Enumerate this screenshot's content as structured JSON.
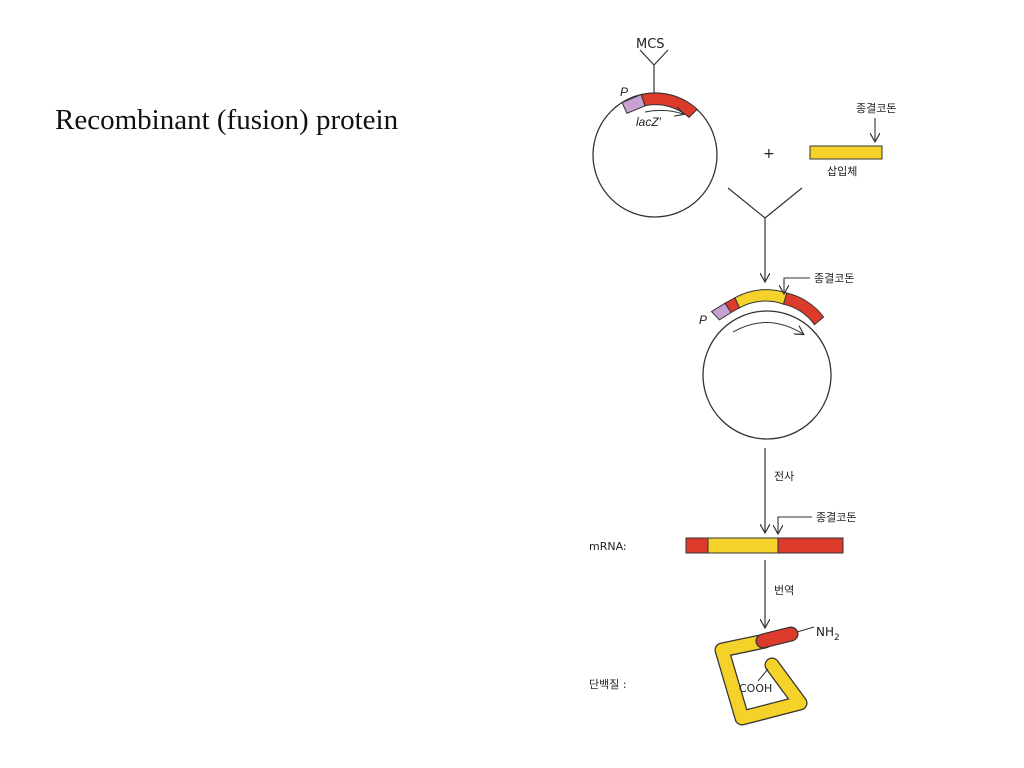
{
  "slide": {
    "title": "Recombinant (fusion) protein"
  },
  "diagram": {
    "colors": {
      "red": "#dc3a2b",
      "yellow": "#f4d22a",
      "purple": "#c9a2d4",
      "line": "#333333"
    },
    "vector": {
      "mcs_label": "MCS",
      "promoter_label": "P",
      "gene_label": "lacZ′"
    },
    "insert": {
      "plus_sign": "+",
      "stop_codon_label": "종결코돈",
      "insert_label": "삽입체"
    },
    "recombinant": {
      "stop_codon_label": "종결코돈",
      "promoter_label": "P"
    },
    "transcription": {
      "step_label": "전사",
      "stop_codon_label": "종결코돈",
      "mrna_label": "mRNA:"
    },
    "translation": {
      "step_label": "번역",
      "protein_label": "단백질 :",
      "n_terminus_label": "NH",
      "n_terminus_subscript": "2",
      "c_terminus_label": "COOH"
    }
  }
}
